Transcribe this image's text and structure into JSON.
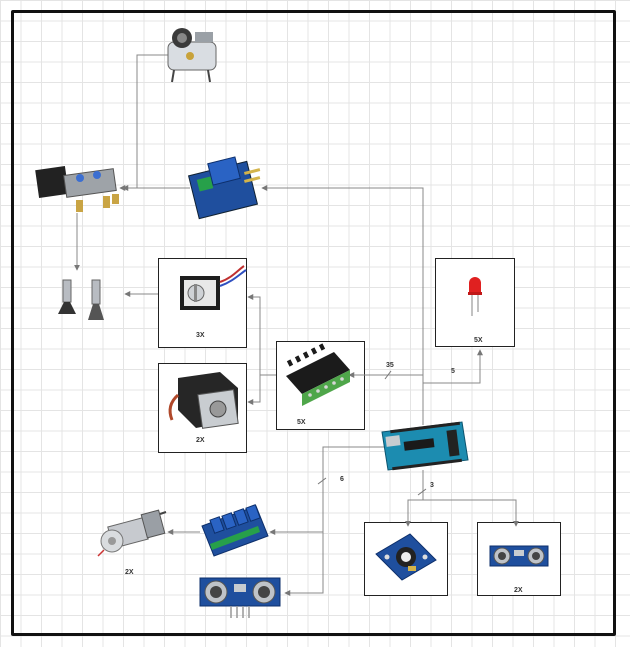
{
  "diagram": {
    "labels": {
      "stepper_small_qty": "3X",
      "stepper_large_qty": "2X",
      "driver_qty": "5X",
      "led_qty": "5X",
      "dc_motor_qty": "2X",
      "ultrasonic_qty": "2X"
    },
    "wires": {
      "driver_bus": "35",
      "led_bus": "5",
      "relay_bus": "6",
      "sensor_bus": "3"
    },
    "colors": {
      "frame": "#111111",
      "wire": "#888888",
      "pcb_blue": "#1f4f9e",
      "relay_blue": "#2a63c4",
      "terminal_green": "#4fa64a",
      "led_red": "#e02020",
      "arduino_teal": "#1c8cb0"
    },
    "components": [
      {
        "id": "air-compressor",
        "icon": "compressor-icon"
      },
      {
        "id": "pneumatic-valve",
        "icon": "solenoid-valve-icon"
      },
      {
        "id": "relay-module",
        "icon": "relay-icon"
      },
      {
        "id": "suction-cups",
        "icon": "suction-cup-icon"
      },
      {
        "id": "stepper-motor-small",
        "icon": "stepper-motor-icon"
      },
      {
        "id": "stepper-motor-large",
        "icon": "stepper-motor-icon"
      },
      {
        "id": "stepper-driver",
        "icon": "stepper-driver-icon"
      },
      {
        "id": "red-led",
        "icon": "led-icon"
      },
      {
        "id": "arduino-mega",
        "icon": "microcontroller-icon"
      },
      {
        "id": "dc-gear-motor",
        "icon": "dc-motor-icon"
      },
      {
        "id": "relay-4ch",
        "icon": "relay-board-icon"
      },
      {
        "id": "ultrasonic-sensor",
        "icon": "ultrasonic-sensor-icon"
      },
      {
        "id": "color-sensor",
        "icon": "color-sensor-icon"
      },
      {
        "id": "ultrasonic-sensor-box",
        "icon": "ultrasonic-sensor-icon"
      }
    ]
  }
}
